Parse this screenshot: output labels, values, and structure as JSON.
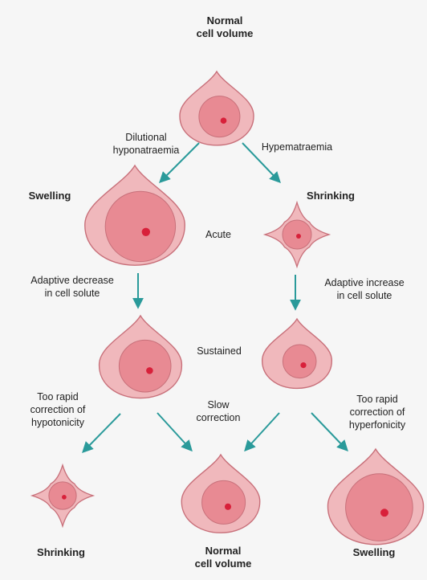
{
  "colors": {
    "cell_fill": "#f0b8bc",
    "cell_stroke": "#c8707a",
    "nucleus_fill": "#e88a93",
    "nucleolus": "#d8203a",
    "arrow": "#2a9a9a",
    "background": "#f6f6f6"
  },
  "labels": {
    "top_normal_line1": "Normal",
    "top_normal_line2": "cell volume",
    "dilutional_line1": "Dilutional",
    "dilutional_line2": "hyponatraemia",
    "hypernatraemia": "Hypematraemia",
    "swelling_top": "Swelling",
    "shrinking_top": "Shrinking",
    "acute": "Acute",
    "adaptive_decrease_line1": "Adaptive decrease",
    "adaptive_decrease_line2": "in cell solute",
    "adaptive_increase_line1": "Adaptive increase",
    "adaptive_increase_line2": "in cell solute",
    "sustained": "Sustained",
    "too_rapid_hypo_line1": "Too rapid",
    "too_rapid_hypo_line2": "correction of",
    "too_rapid_hypo_line3": "hypotonicity",
    "slow_line1": "Slow",
    "slow_line2": "correction",
    "too_rapid_hyper_line1": "Too rapid",
    "too_rapid_hyper_line2": "correction of",
    "too_rapid_hyper_line3": "hyperfonicity",
    "bottom_shrinking": "Shrinking",
    "bottom_normal_line1": "Normal",
    "bottom_normal_line2": "cell volume",
    "bottom_swelling": "Swelling"
  }
}
